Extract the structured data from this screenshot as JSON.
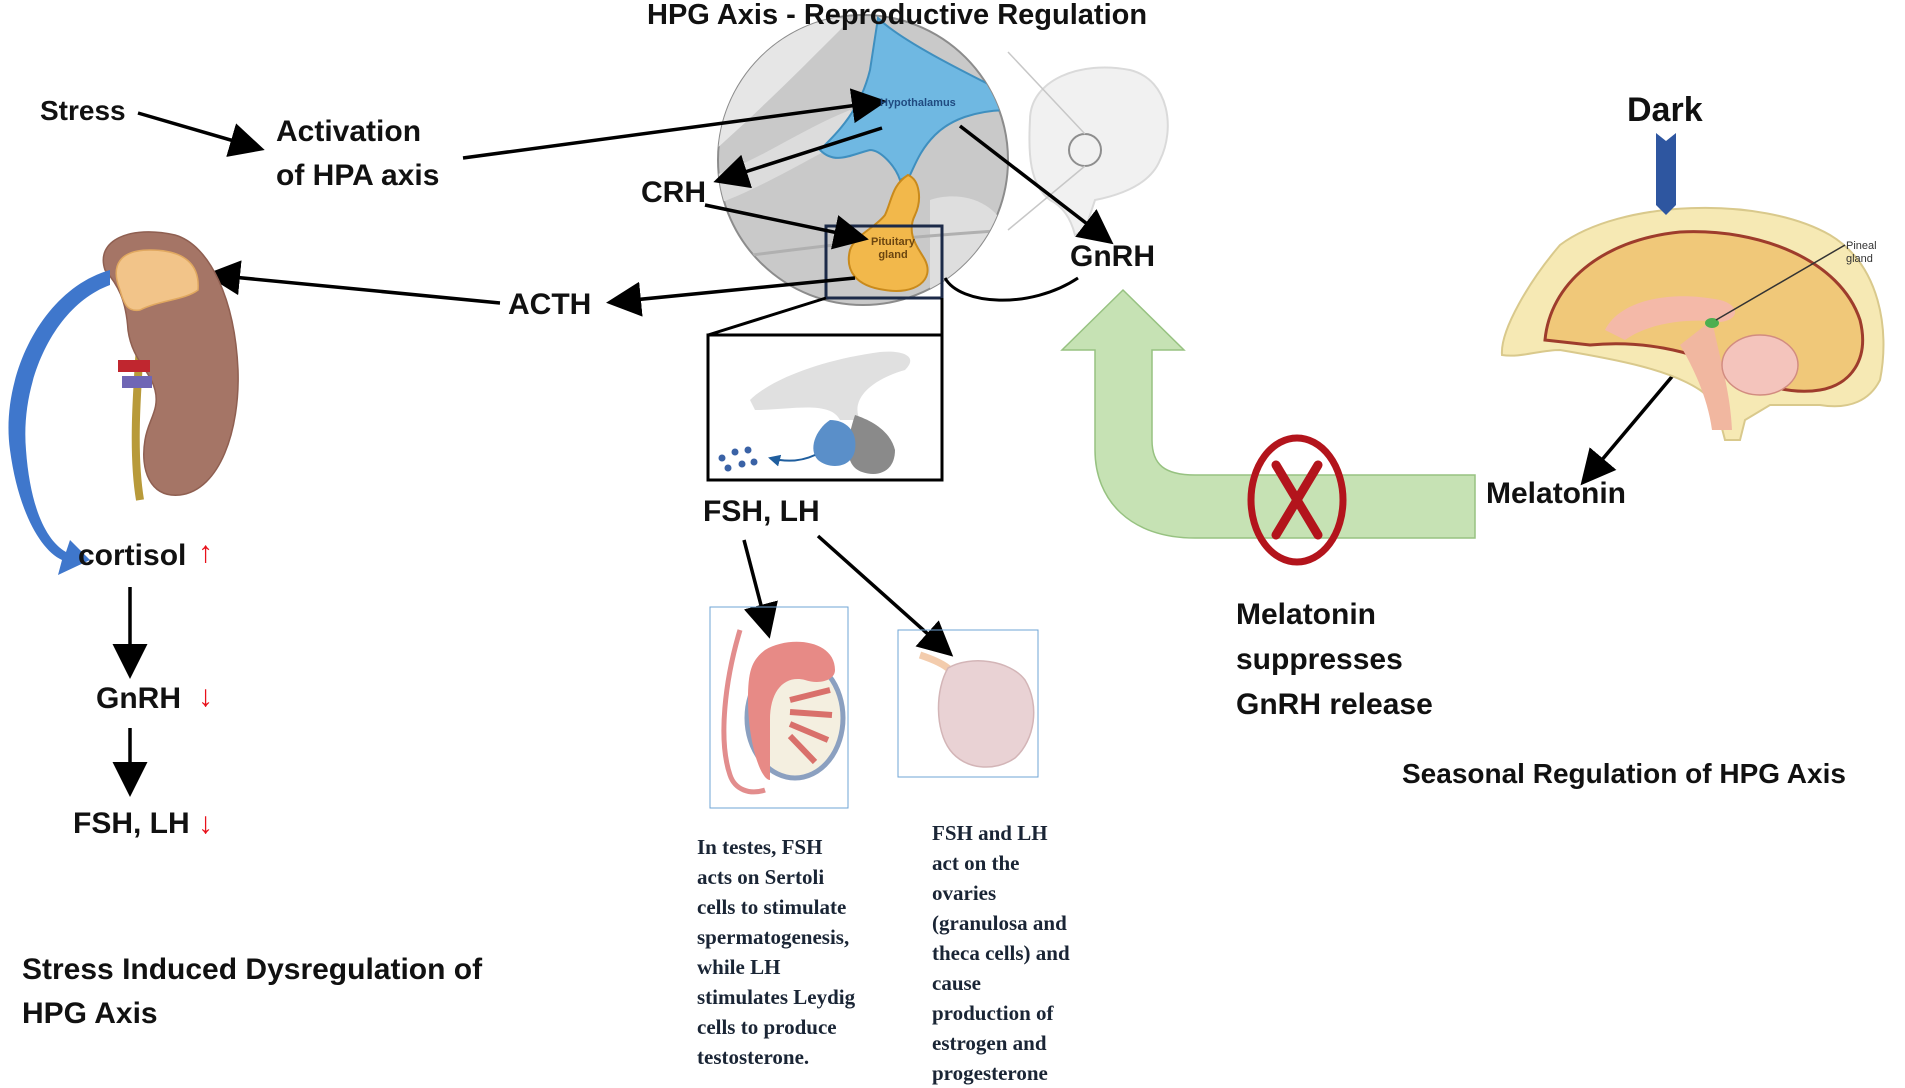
{
  "titles": {
    "main": "HPG Axis - Reproductive Regulation",
    "stress_panel": "Stress Induced  Dysregulation of\nHPG Axis",
    "seasonal_panel": "Seasonal Regulation of HPG Axis"
  },
  "stress_pathway": {
    "stress": "Stress",
    "hpa_activation": "Activation\nof HPA axis",
    "crh": "CRH",
    "acth": "ACTH",
    "cortisol": "cortisol",
    "cortisol_trend": "up",
    "gnrh": "GnRH",
    "gnrh_trend": "down",
    "fsh_lh": "FSH, LH",
    "fsh_lh_trend": "down"
  },
  "hpg_center": {
    "hypothalamus_label": "Hypothalamus",
    "pituitary_label": "Pituitary\ngland",
    "gnrh": "GnRH",
    "fsh_lh": "FSH, LH",
    "testes_text": "In testes, FSH\nacts on Sertoli\ncells to stimulate\nspermatogenesis,\nwhile LH\nstimulates Leydig\ncells to produce\ntestosterone.",
    "ovary_text": "FSH and LH\nact on the\novaries\n(granulosa and\ntheca cells) and\ncause\nproduction of\nestrogen and\nprogesterone"
  },
  "seasonal_pathway": {
    "dark": "Dark",
    "pineal_label": "Pineal\ngland",
    "melatonin": "Melatonin",
    "suppression_text": "Melatonin\nsuppresses\nGnRH release"
  },
  "colors": {
    "hypothalamus": "#6fb8e2",
    "pituitary": "#f2b84b",
    "inhibition_red": "#b3141c",
    "trend_red": "#e8111b",
    "green_arrow": "#c6e2b4",
    "dark_arrow": "#2e56a0",
    "feedback_arrow": "#3f77cc",
    "kidney": "#a57566",
    "adrenal": "#f2c489"
  }
}
